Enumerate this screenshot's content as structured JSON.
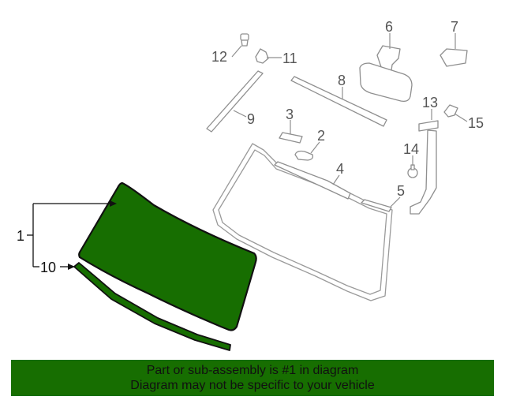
{
  "colors": {
    "highlight_fill": "#176e01",
    "banner_bg": "#176e01",
    "ghost_stroke": "#9a9a9a",
    "label_gray": "#555555"
  },
  "callouts": {
    "c1": "1",
    "c2": "2",
    "c3": "3",
    "c4": "4",
    "c5": "5",
    "c6": "6",
    "c7": "7",
    "c8": "8",
    "c9": "9",
    "c10": "10",
    "c11": "11",
    "c12": "12",
    "c13": "13",
    "c14": "14",
    "c15": "15"
  },
  "banner": {
    "line1": "Part or sub-assembly is #1 in diagram",
    "line2": "Diagram may not be specific to your vehicle"
  }
}
